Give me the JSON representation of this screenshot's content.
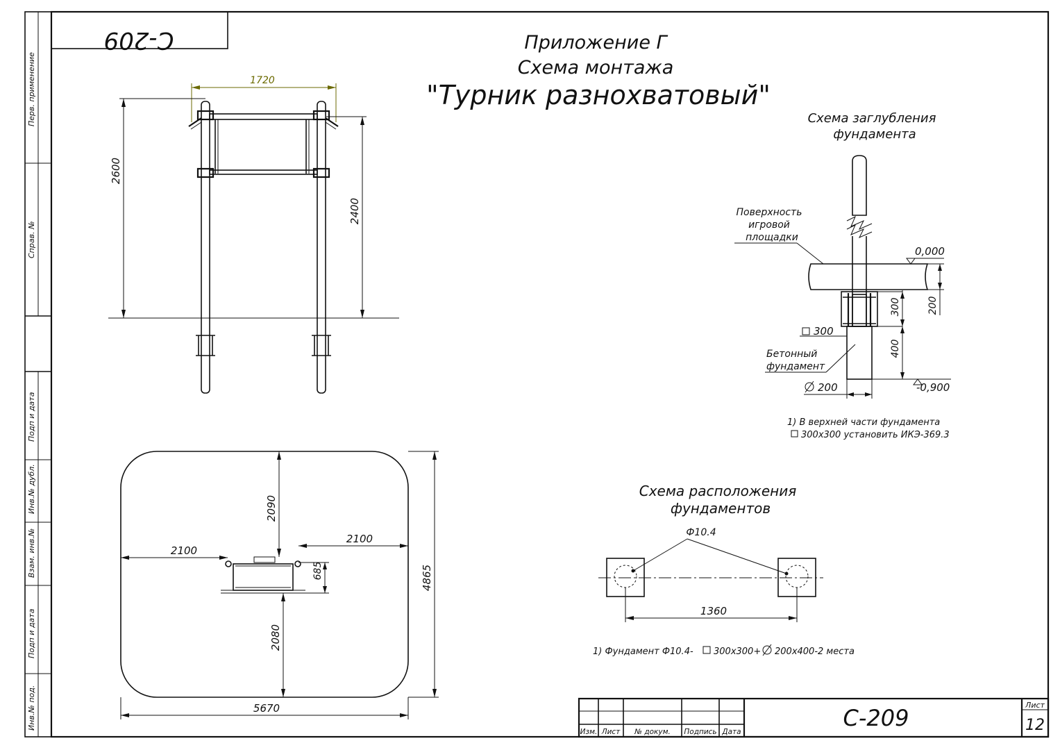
{
  "title_block": {
    "code_mirrored": "С-209",
    "code": "С-209",
    "sheet_label": "Лист",
    "sheet_number": "12",
    "columns": [
      "Изм.",
      "Лист",
      "№ докум.",
      "Подпись",
      "Дата"
    ]
  },
  "side_stamp": {
    "perv_primenenie": "Перв. применение",
    "sprav_no": "Справ. №",
    "podp_i_data_1": "Подп и дата",
    "inv_dubl": "Инв.№ дубл.",
    "vzam_inv": "Взам. инв.№",
    "podp_i_data_2": "Подп и дата",
    "inv_pod": "Инв.№ под."
  },
  "heading": {
    "line1": "Приложение Г",
    "line2": "Схема монтажа",
    "line3": "\"Турник разнохватовый\""
  },
  "front_view": {
    "dim_width": "1720",
    "dim_total_height": "2600",
    "dim_bar_height": "2400"
  },
  "plan_view": {
    "dim_left": "2100",
    "dim_right": "2100",
    "dim_top": "2090",
    "dim_bottom": "2080",
    "dim_depth": "685",
    "dim_total_width": "5670",
    "dim_total_height": "4865"
  },
  "foundation_depth": {
    "title_line1": "Схема заглубления",
    "title_line2": "фундамента",
    "surface_line1": "Поверхность",
    "surface_line2": "игровой",
    "surface_line3": "площадки",
    "level_top": "0,000",
    "level_bottom": "-0,900",
    "square_size": "300",
    "concrete_line1": "Бетонный",
    "concrete_line2": "фундамент",
    "diameter": "200",
    "dim_300": "300",
    "dim_400": "400",
    "dim_200": "200",
    "note_line1": "1) В верхней части фундамента",
    "note_line2": "300х300 установить ИКЭ-369.3"
  },
  "foundation_layout": {
    "title_line1": "Схема расположения",
    "title_line2": "фундаментов",
    "marker": "Ф10.4",
    "dim_span": "1360",
    "note_prefix": "1) Фундамент Ф10.4-",
    "note_mid": "300х300+",
    "note_suffix": "200х400-2 места"
  }
}
